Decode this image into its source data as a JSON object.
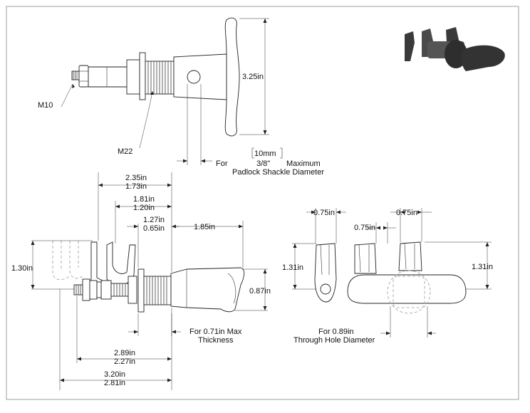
{
  "drawing": {
    "top_view": {
      "thread_small": "M10",
      "thread_large": "M22",
      "handle_height": "3.25in",
      "shackle_metric": "10mm",
      "shackle_prefix": "For",
      "shackle_imperial": "3/8\"",
      "shackle_suffix": "Maximum",
      "shackle_caption": "Padlock Shackle Diameter"
    },
    "side_view": {
      "dim_a_imperial": "2.35in",
      "dim_a_metric": "1.73in",
      "dim_b_imperial": "1.81in",
      "dim_b_metric": "1.20in",
      "dim_c_imperial": "1.27in",
      "dim_c_metric": "0.65in",
      "handle_length": "1.85in",
      "cam_height": "1.30in",
      "handle_thickness": "0.87in",
      "total_a_imperial": "2.89in",
      "total_a_metric": "2.27in",
      "total_b_imperial": "3.20in",
      "total_b_metric": "2.81in",
      "thickness_note_line1": "For 0.71in Max",
      "thickness_note_line2": "Thickness"
    },
    "end_view": {
      "width_left": "0.75in",
      "width_mid": "0.75in",
      "width_right": "0.75in",
      "height_left": "1.31in",
      "height_right": "1.31in",
      "hole_note_line1": "For 0.89in",
      "hole_note_line2": "Through Hole Diameter"
    }
  },
  "colors": {
    "line": "#222222",
    "ghost": "#9a9a9a",
    "render": "#3a3a3a"
  }
}
